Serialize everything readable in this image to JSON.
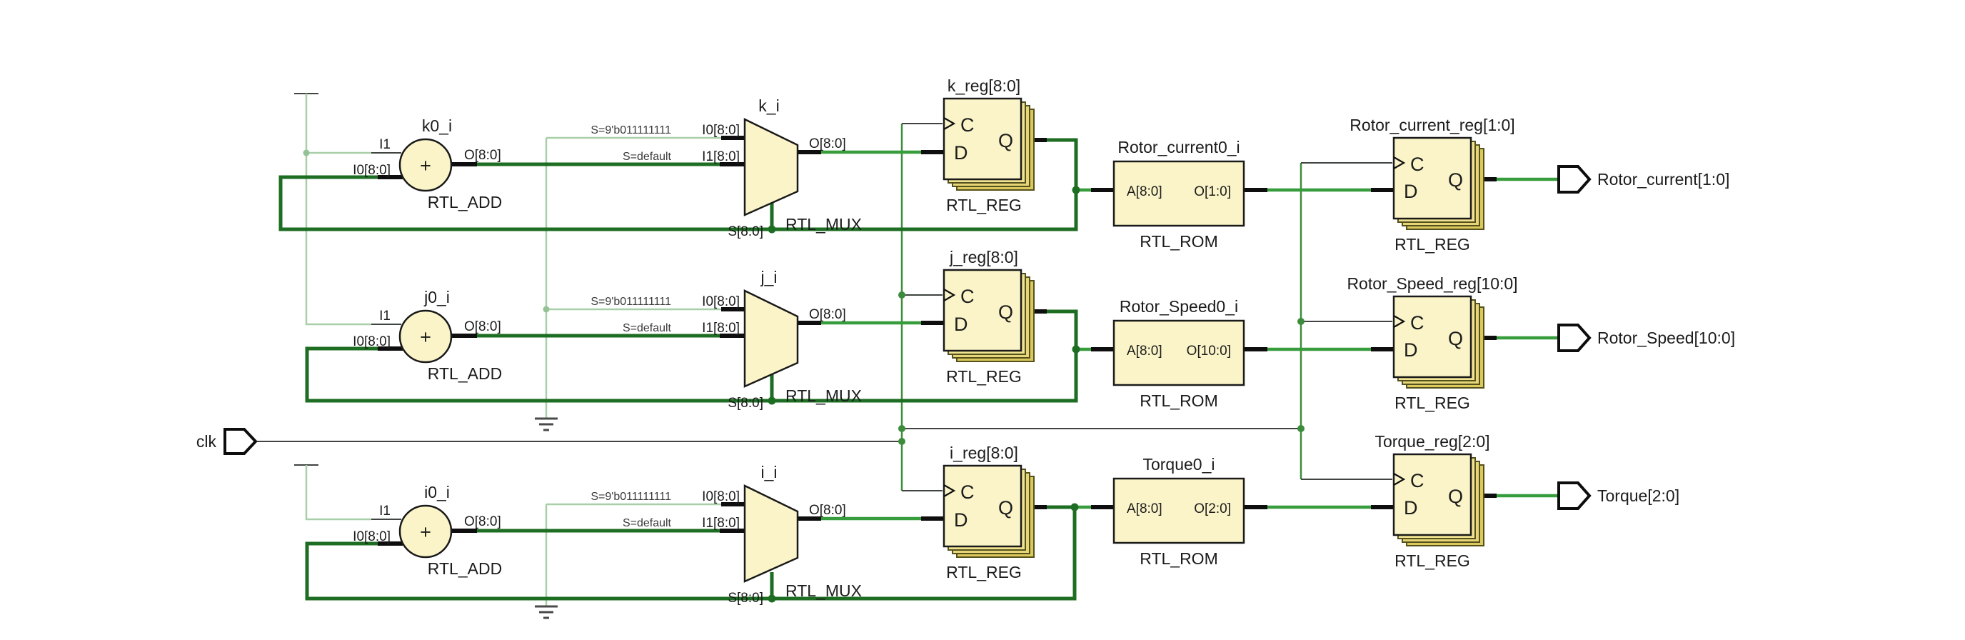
{
  "clk_port": {
    "label": "clk"
  },
  "rows": [
    {
      "id": "k",
      "adder": {
        "name": "k0_i",
        "type": "RTL_ADD",
        "operator": "+",
        "pin_i1": "I1",
        "pin_i0": "I0[8:0]",
        "pin_o": "O[8:0]"
      },
      "mux": {
        "name": "k_i",
        "type": "RTL_MUX",
        "pin_i0": "I0[8:0]",
        "pin_i1": "I1[8:0]",
        "pin_o": "O[8:0]",
        "pin_s": "S[8:0]",
        "sel_i0": "S=9'b011111111",
        "sel_i1": "S=default"
      },
      "reg": {
        "name": "k_reg[8:0]",
        "type": "RTL_REG",
        "pin_c": "C",
        "pin_d": "D",
        "pin_q": "Q"
      },
      "rom": {
        "name": "Rotor_current0_i",
        "type": "RTL_ROM",
        "pin_a": "A[8:0]",
        "pin_o": "O[1:0]"
      },
      "out_reg": {
        "name": "Rotor_current_reg[1:0]",
        "type": "RTL_REG",
        "pin_c": "C",
        "pin_d": "D",
        "pin_q": "Q"
      },
      "output_port": {
        "label": "Rotor_current[1:0]"
      }
    },
    {
      "id": "j",
      "adder": {
        "name": "j0_i",
        "type": "RTL_ADD",
        "operator": "+",
        "pin_i1": "I1",
        "pin_i0": "I0[8:0]",
        "pin_o": "O[8:0]"
      },
      "mux": {
        "name": "j_i",
        "type": "RTL_MUX",
        "pin_i0": "I0[8:0]",
        "pin_i1": "I1[8:0]",
        "pin_o": "O[8:0]",
        "pin_s": "S[8:0]",
        "sel_i0": "S=9'b011111111",
        "sel_i1": "S=default"
      },
      "reg": {
        "name": "j_reg[8:0]",
        "type": "RTL_REG",
        "pin_c": "C",
        "pin_d": "D",
        "pin_q": "Q"
      },
      "rom": {
        "name": "Rotor_Speed0_i",
        "type": "RTL_ROM",
        "pin_a": "A[8:0]",
        "pin_o": "O[10:0]"
      },
      "out_reg": {
        "name": "Rotor_Speed_reg[10:0]",
        "type": "RTL_REG",
        "pin_c": "C",
        "pin_d": "D",
        "pin_q": "Q"
      },
      "output_port": {
        "label": "Rotor_Speed[10:0]"
      }
    },
    {
      "id": "i",
      "adder": {
        "name": "i0_i",
        "type": "RTL_ADD",
        "operator": "+",
        "pin_i1": "I1",
        "pin_i0": "I0[8:0]",
        "pin_o": "O[8:0]"
      },
      "mux": {
        "name": "i_i",
        "type": "RTL_MUX",
        "pin_i0": "I0[8:0]",
        "pin_i1": "I1[8:0]",
        "pin_o": "O[8:0]",
        "pin_s": "S[8:0]",
        "sel_i0": "S=9'b011111111",
        "sel_i1": "S=default"
      },
      "reg": {
        "name": "i_reg[8:0]",
        "type": "RTL_REG",
        "pin_c": "C",
        "pin_d": "D",
        "pin_q": "Q"
      },
      "rom": {
        "name": "Torque0_i",
        "type": "RTL_ROM",
        "pin_a": "A[8:0]",
        "pin_o": "O[2:0]"
      },
      "out_reg": {
        "name": "Torque_reg[2:0]",
        "type": "RTL_REG",
        "pin_c": "C",
        "pin_d": "D",
        "pin_q": "Q"
      },
      "output_port": {
        "label": "Torque[2:0]"
      }
    }
  ],
  "colors": {
    "block_fill": "#faf4c8",
    "stack_fill": "#dcc95e",
    "bus_wire": "#1d6d22",
    "net_wire": "#379c3c",
    "pale_wire": "#a9cfa9",
    "clock_wire": "#3c8c3c",
    "outline": "#1a1a1a"
  }
}
